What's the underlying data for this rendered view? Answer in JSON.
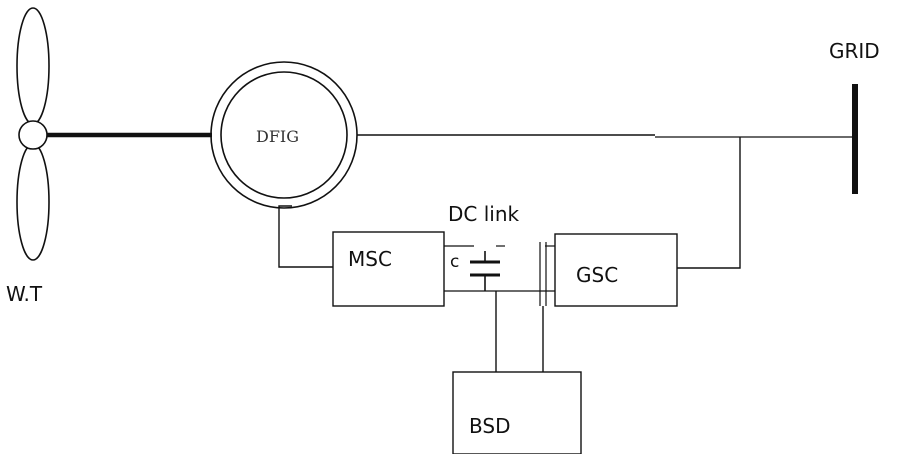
{
  "labels": {
    "wind_turbine": "W.T",
    "generator": "DFIG",
    "grid": "GRID",
    "dc_link": "DC link",
    "capacitor": "c",
    "machine_side_converter": "MSC",
    "grid_side_converter": "GSC",
    "storage_device": "BSD"
  },
  "colors": {
    "line": "#111111"
  }
}
